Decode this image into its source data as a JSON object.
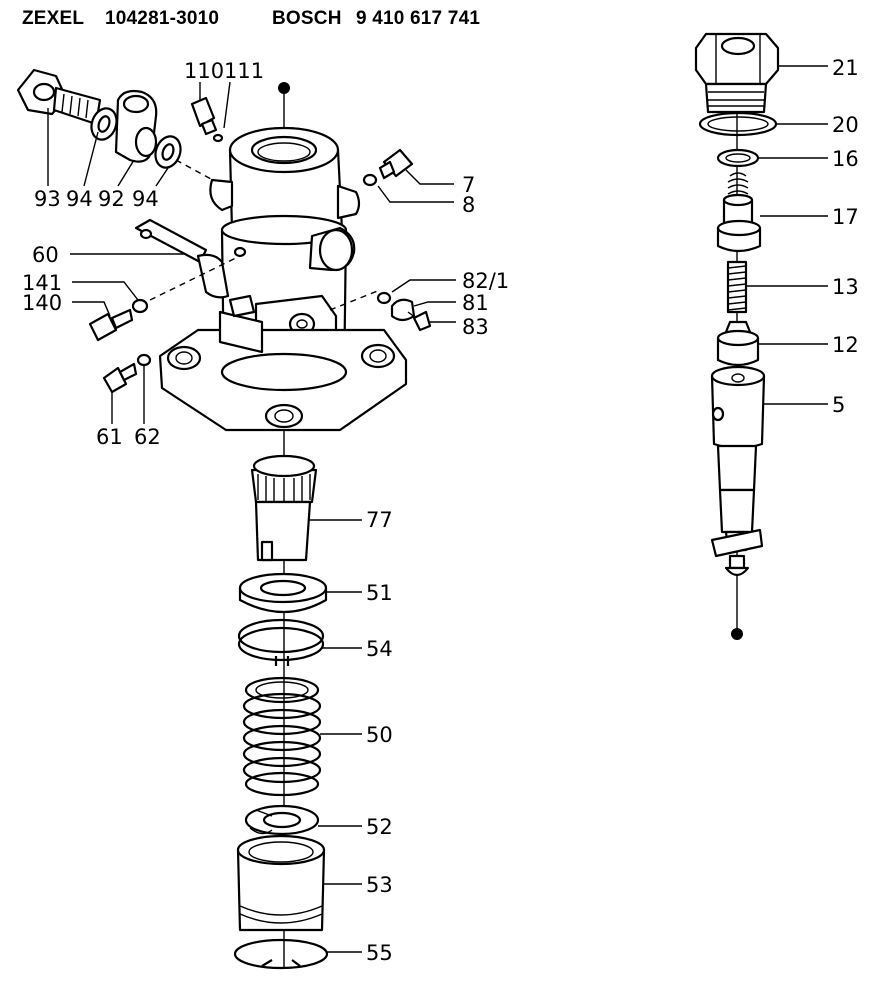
{
  "header": {
    "brand1": "ZEXEL",
    "part1": "104281-3010",
    "brand2": "BOSCH",
    "part2": "9 410 617 741"
  },
  "labels": {
    "p110": "110",
    "p111": "111",
    "p93": "93",
    "p94a": "94",
    "p92": "92",
    "p94b": "94",
    "p7": "7",
    "p8": "8",
    "p60": "60",
    "p141": "141",
    "p140": "140",
    "p82_1": "82/1",
    "p81": "81",
    "p83": "83",
    "p61": "61",
    "p62": "62",
    "p77": "77",
    "p51": "51",
    "p54": "54",
    "p50": "50",
    "p52": "52",
    "p53": "53",
    "p55": "55",
    "p21": "21",
    "p20": "20",
    "p16": "16",
    "p17": "17",
    "p13": "13",
    "p12": "12",
    "p5": "5"
  }
}
